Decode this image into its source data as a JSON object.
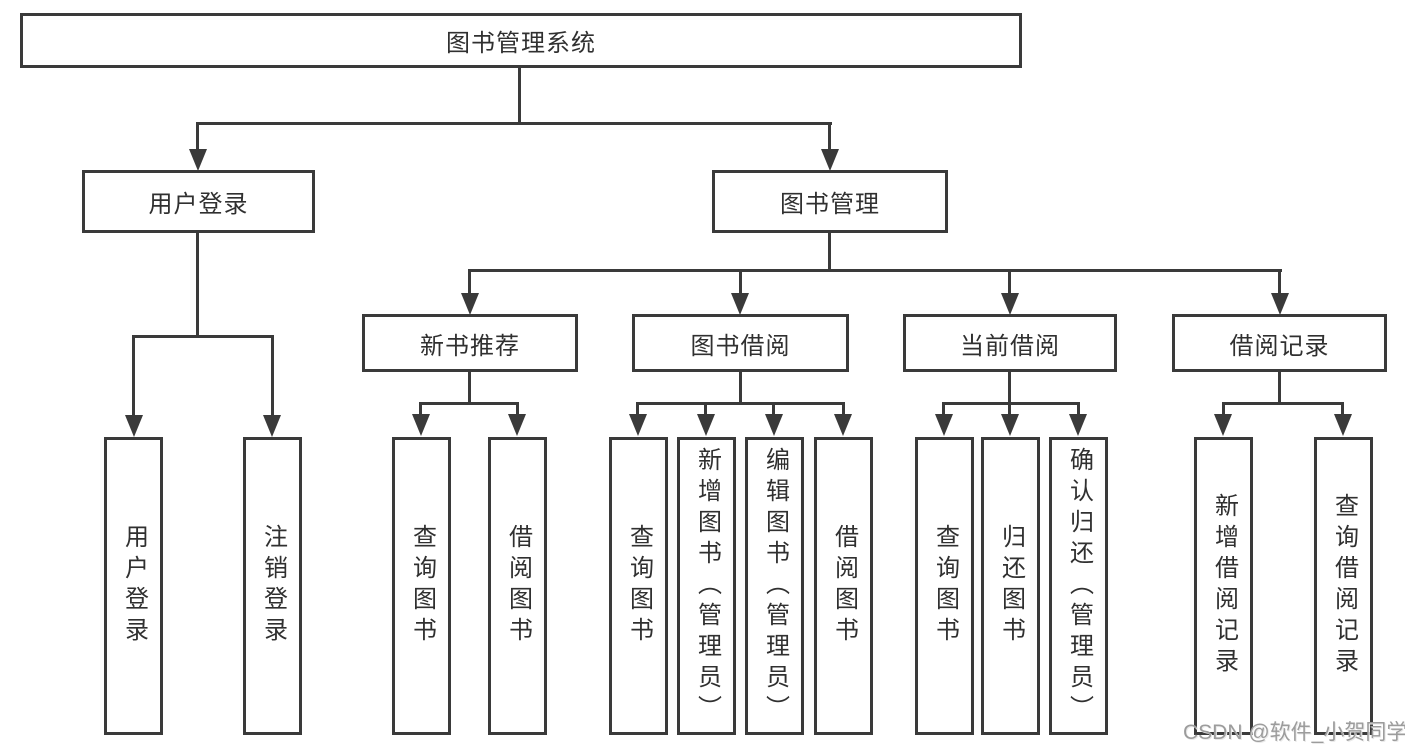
{
  "tree": {
    "root": "图书管理系统",
    "branches": [
      {
        "label": "用户登录",
        "children": [
          "用户登录",
          "注销登录"
        ]
      },
      {
        "label": "图书管理",
        "groups": [
          {
            "label": "新书推荐",
            "children": [
              "查询图书",
              "借阅图书"
            ]
          },
          {
            "label": "图书借阅",
            "children": [
              "查询图书",
              "新增图书（管理员）",
              "编辑图书（管理员）",
              "借阅图书"
            ]
          },
          {
            "label": "当前借阅",
            "children": [
              "查询图书",
              "归还图书",
              "确认归还（管理员）"
            ]
          },
          {
            "label": "借阅记录",
            "children": [
              "新增借阅记录",
              "查询借阅记录"
            ]
          }
        ]
      }
    ]
  },
  "watermark": "CSDN @软件_小贺同学",
  "colors": {
    "line": "#3a3a3a",
    "text": "#303030",
    "watermark": "#9c9c9c"
  }
}
